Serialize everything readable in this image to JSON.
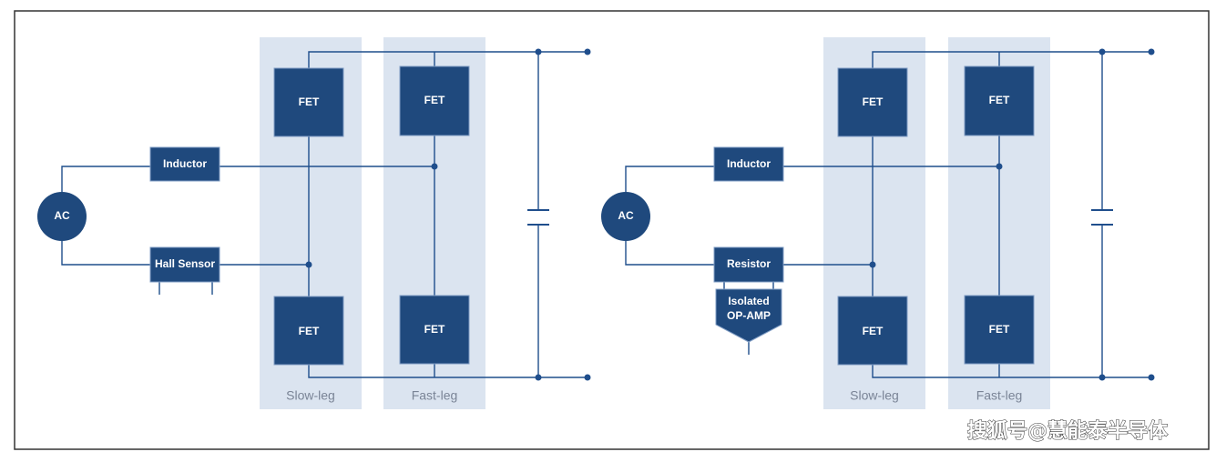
{
  "labels": {
    "fet": "FET",
    "inductor": "Inductor",
    "ac": "AC",
    "hall_sensor": "Hall Sensor",
    "resistor": "Resistor",
    "op_amp_line1": "Isolated",
    "op_amp_line2": "OP-AMP",
    "slow_leg": "Slow-leg",
    "fast_leg": "Fast-leg"
  },
  "watermark": "搜狐号@慧能泰半导体",
  "colors": {
    "box": "#1f497d",
    "band": "#dbe4f0",
    "wire": "#1f4e8c"
  }
}
